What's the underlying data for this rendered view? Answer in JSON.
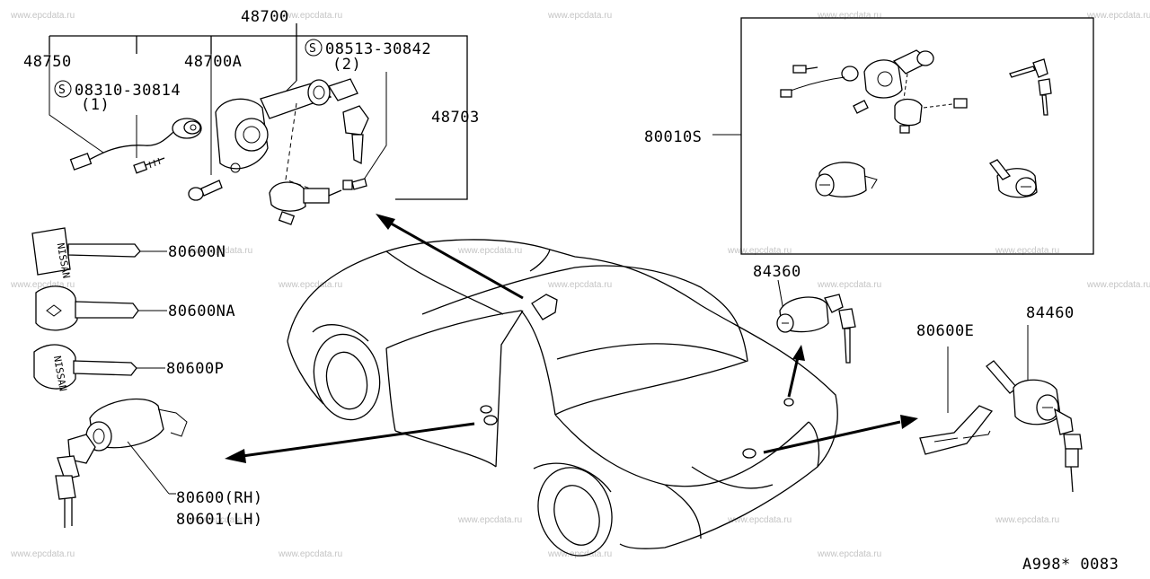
{
  "diagram": {
    "watermark": "www.epcdata.ru",
    "footer_code": "A998* 0083",
    "labels": {
      "p48700": "48700",
      "p48750": "48750",
      "p48700A": "48700A",
      "p08513": "08513-30842",
      "p08513_qty": "(2)",
      "p08310": "08310-30814",
      "p08310_qty": "(1)",
      "p48703": "48703",
      "p80010S": "80010S",
      "p80600N": "80600N",
      "p80600NA": "80600NA",
      "p80600P": "80600P",
      "p80600RH": "80600(RH)",
      "p80601LH": "80601(LH)",
      "p84360": "84360",
      "p80600E": "80600E",
      "p84460": "84460",
      "screw_symbol": "S"
    }
  }
}
